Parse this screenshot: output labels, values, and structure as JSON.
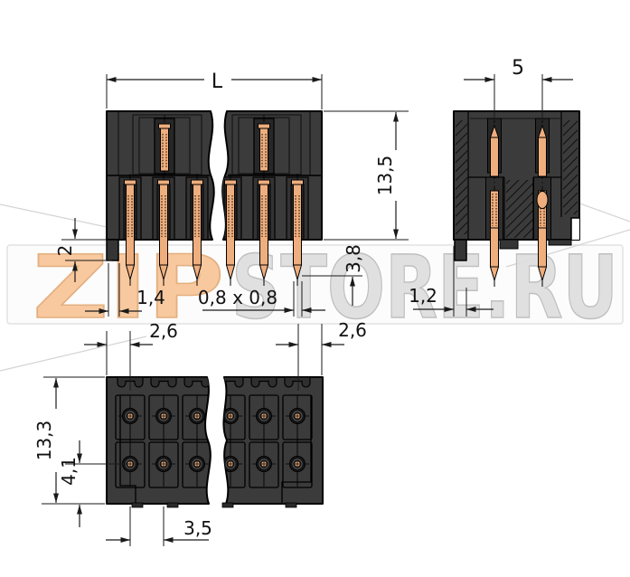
{
  "watermark": {
    "prefix": "ZIP",
    "suffix": "STORE.RU"
  },
  "drawing": {
    "views": {
      "front": {
        "dims": {
          "length": "L",
          "height": "13,5",
          "pin_protrusion": "3,8",
          "foot_height": "2",
          "foot_width": "1,4",
          "pin_cross_section": "0,8 x 0,8"
        }
      },
      "side": {
        "dims": {
          "pin_row_spacing": "5",
          "leg_width": "1,2"
        }
      },
      "bottom": {
        "dims": {
          "edge_to_first_pin": "2,6",
          "last_pin_to_edge": "2,6",
          "depth": "13,3",
          "row_to_edge": "4,1",
          "pin_pitch": "3,5"
        }
      }
    },
    "colors": {
      "body": "#3b3b3b",
      "pin": "#efae7e",
      "outline": "#000000",
      "dimension": "#1a1a1a",
      "watermark_orange": "#f8c69b",
      "watermark_gray": "#dcdcdc"
    }
  }
}
